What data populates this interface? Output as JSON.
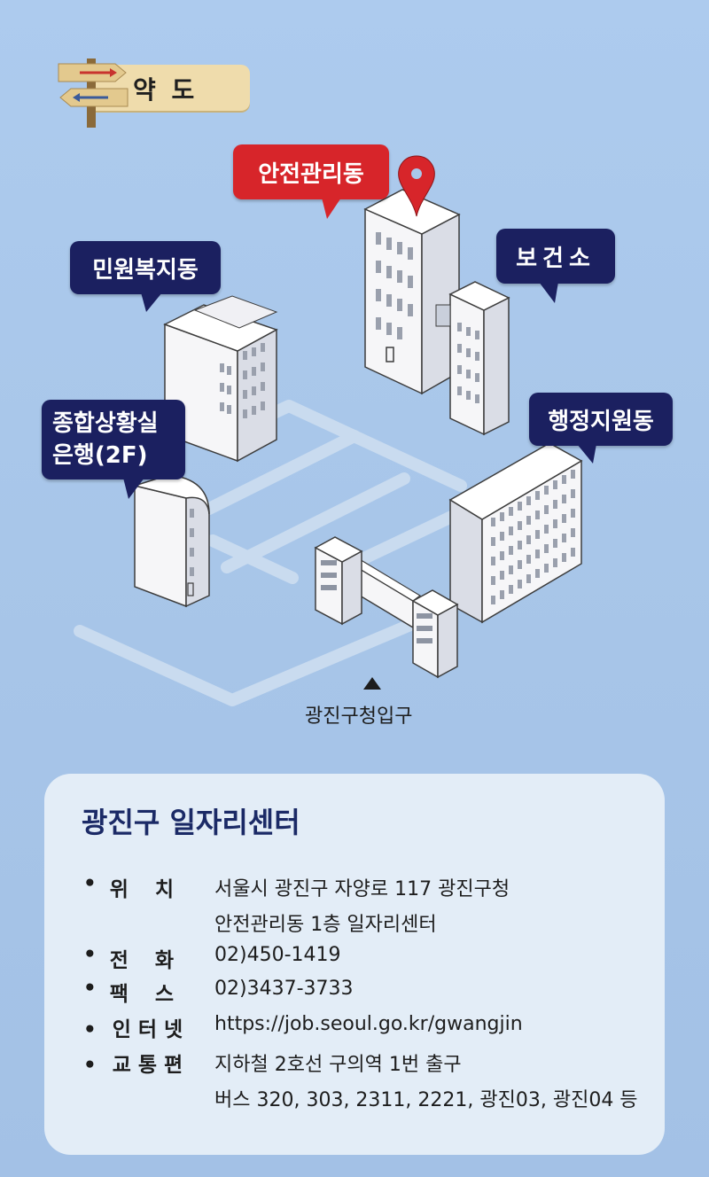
{
  "header": {
    "title": "약 도"
  },
  "map": {
    "buildings": {
      "safety": "안전관리동",
      "health": "보건소",
      "civil": "민원복지동",
      "admin": "행정지원동",
      "total_line1": "종합상황실",
      "total_line2": "은행(2F)"
    },
    "entrance": "광진구청입구",
    "colors": {
      "navy_bubble": "#1b2060",
      "red_bubble": "#d7252a",
      "pin": "#d7252a",
      "road": "#c8d9ec"
    },
    "icons": [
      "signpost-icon",
      "location-pin-icon",
      "entrance-arrow-icon"
    ]
  },
  "info": {
    "title": "광진구 일자리센터",
    "rows": [
      {
        "label_chars": [
          "위",
          "치"
        ],
        "value": "서울시 광진구 자양로 117 광진구청",
        "value2": "안전관리동 1층 일자리센터"
      },
      {
        "label_chars": [
          "전",
          "화"
        ],
        "value": "02)450-1419"
      },
      {
        "label_chars": [
          "팩",
          "스"
        ],
        "value": "02)3437-3733"
      },
      {
        "label": "인 터 넷",
        "value": "https://job.seoul.go.kr/gwangjin"
      },
      {
        "label": "교 통 편",
        "value": "지하철 2호선 구의역 1번 출구",
        "value2": "버스 320, 303, 2311, 2221, 광진03, 광진04 등"
      }
    ],
    "bullet": "•"
  }
}
